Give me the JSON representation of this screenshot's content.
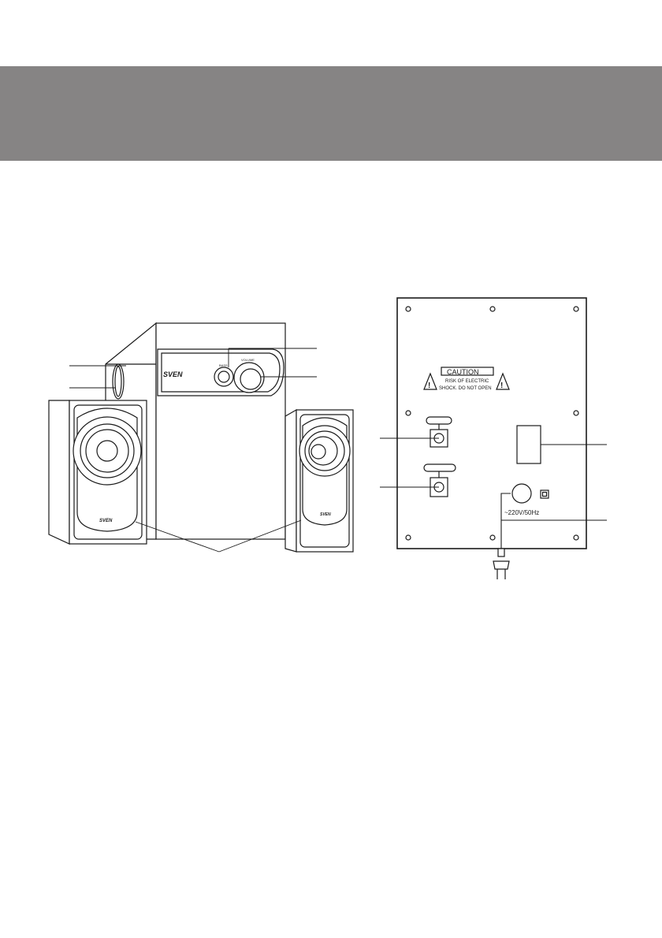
{
  "brand_left_speaker": "SVEN",
  "brand_subwoofer": "SVEN",
  "brand_right_speaker": "SVEN",
  "knob_label_bass": "BASS",
  "knob_label_volume": "VOLUME",
  "caution": {
    "title": "CAUTION",
    "line1": "RISK OF ELECTRIC",
    "line2": "SHOCK. DO NOT OPEN"
  },
  "power_rating": "~220V/50Hz",
  "colors": {
    "header_band": "#868484",
    "line": "#1a1a1a"
  }
}
